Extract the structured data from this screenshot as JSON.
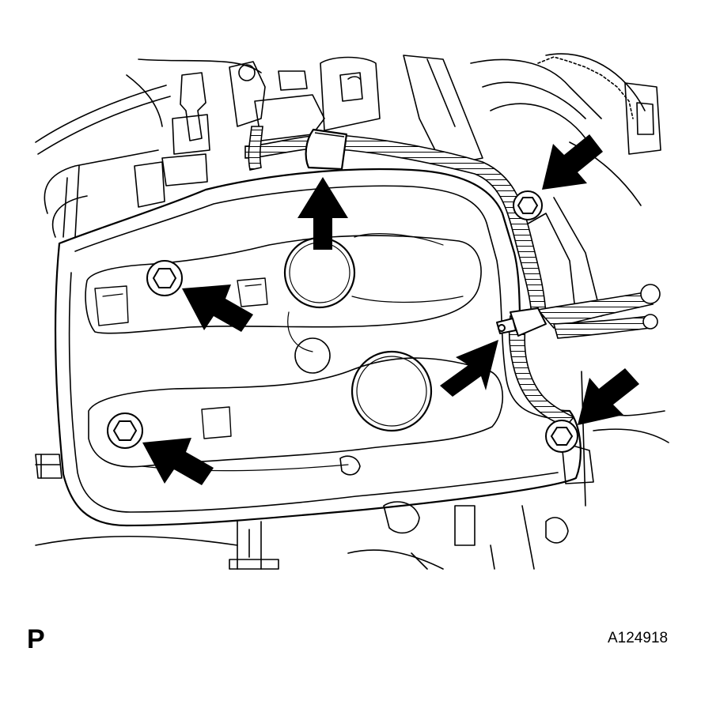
{
  "figure": {
    "view_code": "P",
    "reference": "A124918",
    "style": {
      "line_color": "#000000",
      "arrow_color": "#000000",
      "background": "#ffffff"
    },
    "callouts": [
      {
        "name": "arrow-harness-clamp-top",
        "target": "wire-harness-clamp"
      },
      {
        "name": "arrow-bolt-upper-right",
        "target": "bolt"
      },
      {
        "name": "arrow-bolt-upper-left",
        "target": "bolt"
      },
      {
        "name": "arrow-harness-clip-right",
        "target": "wire-harness-clip"
      },
      {
        "name": "arrow-bolt-lower-right",
        "target": "bolt"
      },
      {
        "name": "arrow-bolt-lower-left",
        "target": "bolt"
      }
    ]
  }
}
